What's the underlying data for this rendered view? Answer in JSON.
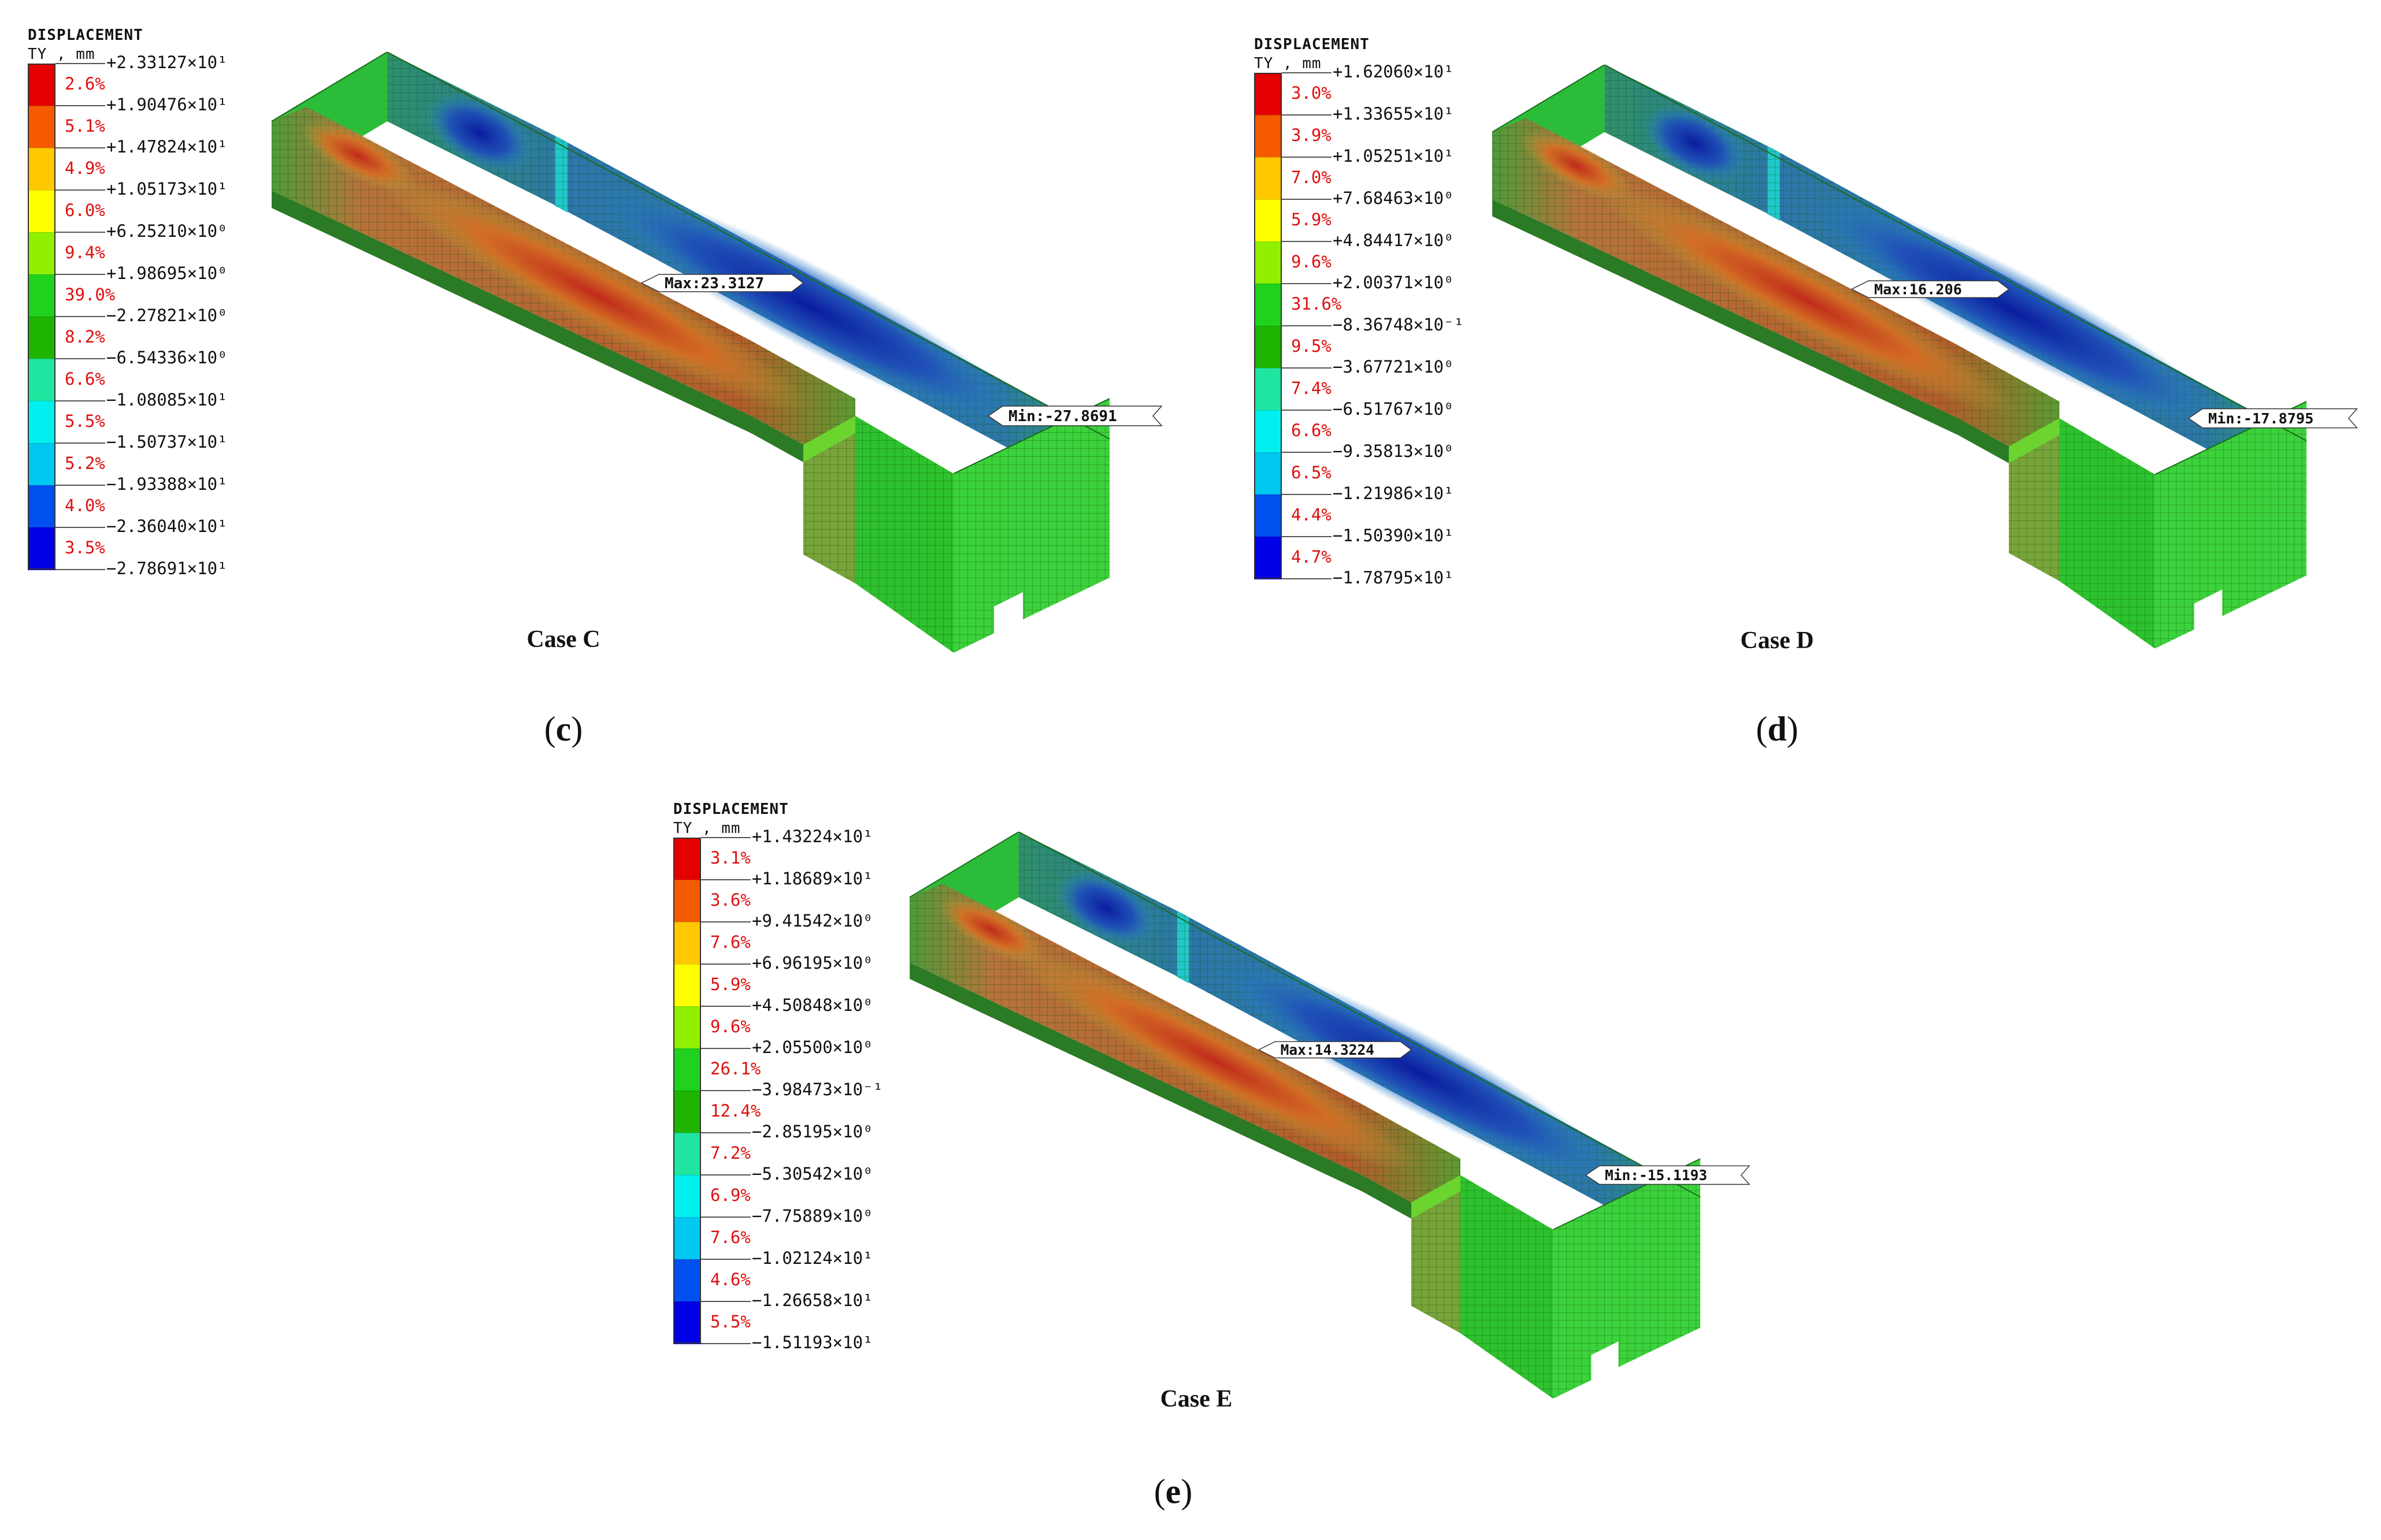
{
  "panels": [
    {
      "id": "c",
      "legend": {
        "title": "DISPLACEMENT",
        "unit": "TY , mm",
        "values": [
          "+2.33127×10¹",
          "+1.90476×10¹",
          "+1.47824×10¹",
          "+1.05173×10¹",
          "+6.25210×10⁰",
          "+1.98695×10⁰",
          "−2.27821×10⁰",
          "−6.54336×10⁰",
          "−1.08085×10¹",
          "−1.50737×10¹",
          "−1.93388×10¹",
          "−2.36040×10¹",
          "−2.78691×10¹"
        ],
        "percents": [
          "2.6%",
          "5.1%",
          "4.9%",
          "6.0%",
          "9.4%",
          "39.0%",
          "8.2%",
          "6.6%",
          "5.5%",
          "5.2%",
          "4.0%",
          "3.5%"
        ]
      },
      "max_tag": "Max:23.3127",
      "min_tag": "Min:-27.8691",
      "case": "Case C",
      "label": "c"
    },
    {
      "id": "d",
      "legend": {
        "title": "DISPLACEMENT",
        "unit": "TY , mm",
        "values": [
          "+1.62060×10¹",
          "+1.33655×10¹",
          "+1.05251×10¹",
          "+7.68463×10⁰",
          "+4.84417×10⁰",
          "+2.00371×10⁰",
          "−8.36748×10⁻¹",
          "−3.67721×10⁰",
          "−6.51767×10⁰",
          "−9.35813×10⁰",
          "−1.21986×10¹",
          "−1.50390×10¹",
          "−1.78795×10¹"
        ],
        "percents": [
          "3.0%",
          "3.9%",
          "7.0%",
          "5.9%",
          "9.6%",
          "31.6%",
          "9.5%",
          "7.4%",
          "6.6%",
          "6.5%",
          "4.4%",
          "4.7%"
        ]
      },
      "max_tag": "Max:16.206",
      "min_tag": "Min:-17.8795",
      "case": "Case D",
      "label": "d"
    },
    {
      "id": "e",
      "legend": {
        "title": "DISPLACEMENT",
        "unit": "TY , mm",
        "values": [
          "+1.43224×10¹",
          "+1.18689×10¹",
          "+9.41542×10⁰",
          "+6.96195×10⁰",
          "+4.50848×10⁰",
          "+2.05500×10⁰",
          "−3.98473×10⁻¹",
          "−2.85195×10⁰",
          "−5.30542×10⁰",
          "−7.75889×10⁰",
          "−1.02124×10¹",
          "−1.26658×10¹",
          "−1.51193×10¹"
        ],
        "percents": [
          "3.1%",
          "3.6%",
          "7.6%",
          "5.9%",
          "9.6%",
          "26.1%",
          "12.4%",
          "7.2%",
          "6.9%",
          "7.6%",
          "4.6%",
          "5.5%"
        ]
      },
      "max_tag": "Max:14.3224",
      "min_tag": "Min:-15.1193",
      "case": "Case E",
      "label": "e"
    }
  ],
  "colors": {
    "legend_scale": [
      "#e40000",
      "#f55a00",
      "#ffc800",
      "#ffff00",
      "#90f000",
      "#1ed21e",
      "#1eb400",
      "#1ee6a0",
      "#00f0f0",
      "#00c8f0",
      "#0050f0",
      "#0000e6"
    ],
    "red_core": "#c02a1a",
    "orange_zone": "#d66f24",
    "blue_core": "#0a1ca0",
    "cyan_zone": "#2a8acc",
    "mesh_green": "#2ec22e"
  }
}
